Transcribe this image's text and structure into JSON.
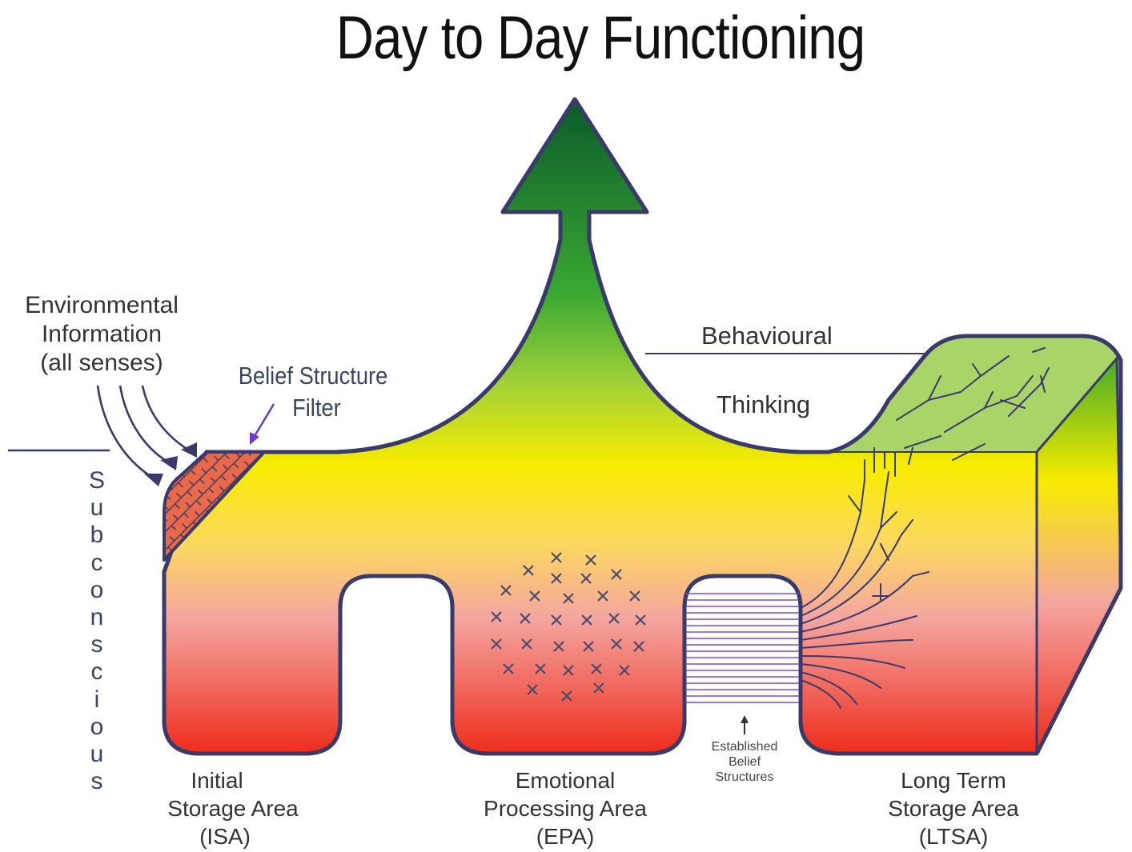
{
  "title": "Day to Day Functioning",
  "labels": {
    "environmental": [
      "Environmental",
      "Information",
      "(all senses)"
    ],
    "belief_filter": [
      "Belief Structure",
      "Filter"
    ],
    "behavioural": "Behavioural",
    "thinking": "Thinking",
    "subconscious": [
      "S",
      "u",
      "b",
      "c",
      "o",
      "n",
      "s",
      "c",
      "i",
      "o",
      "u",
      "s"
    ],
    "isa": [
      "Initial",
      "Storage Area",
      "(ISA)"
    ],
    "epa": [
      "Emotional",
      "Processing Area",
      "(EPA)"
    ],
    "established": [
      "Established",
      "Belief",
      "Structures"
    ],
    "ltsa": [
      "Long Term",
      "Storage Area",
      "(LTSA)"
    ]
  },
  "colors": {
    "outline": "#3a3a6a",
    "top_green": "#0a5a2a",
    "mid_green": "#5ab82a",
    "yellow": "#f8ec00",
    "pink": "#f4a6a0",
    "red": "#ee2a1a",
    "filter_brick": "#e86a4a",
    "ltsa_top": "#a8d468",
    "stripes": "#7a4ad0",
    "arrow_purple": "#6a3ac8"
  }
}
